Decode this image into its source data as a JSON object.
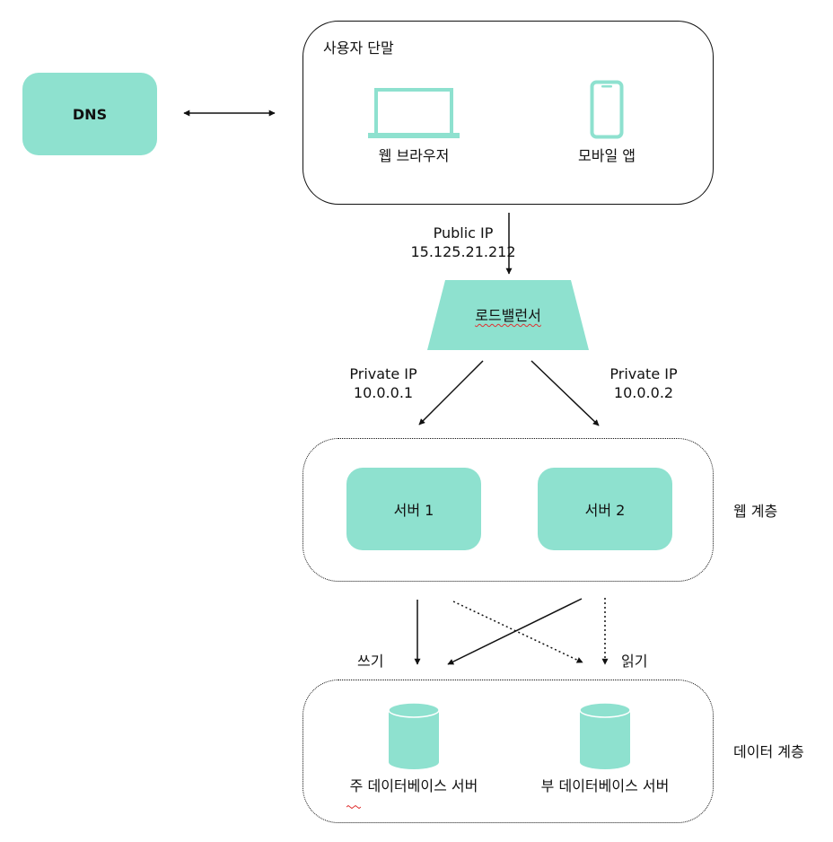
{
  "dns": {
    "label": "DNS"
  },
  "user_terminal": {
    "title": "사용자 단말",
    "web_browser": "웹 브라우저",
    "mobile_app": "모바일 앱"
  },
  "public_ip": {
    "label": "Public IP",
    "address": "15.125.21.212"
  },
  "load_balancer": {
    "label": "로드밸런서"
  },
  "private_ip_1": {
    "label": "Private IP",
    "address": "10.0.0.1"
  },
  "private_ip_2": {
    "label": "Private IP",
    "address": "10.0.0.2"
  },
  "web_tier": {
    "label": "웹 계층",
    "servers": [
      "서버 1",
      "서버 2"
    ]
  },
  "operations": {
    "write": "쓰기",
    "read": "읽기"
  },
  "data_tier": {
    "label": "데이터 계층",
    "primary_db": "주 데이터베이스 서버",
    "secondary_db": "부 데이터베이스 서버"
  },
  "colors": {
    "accent": "#8ee1cf",
    "line": "#111111"
  }
}
